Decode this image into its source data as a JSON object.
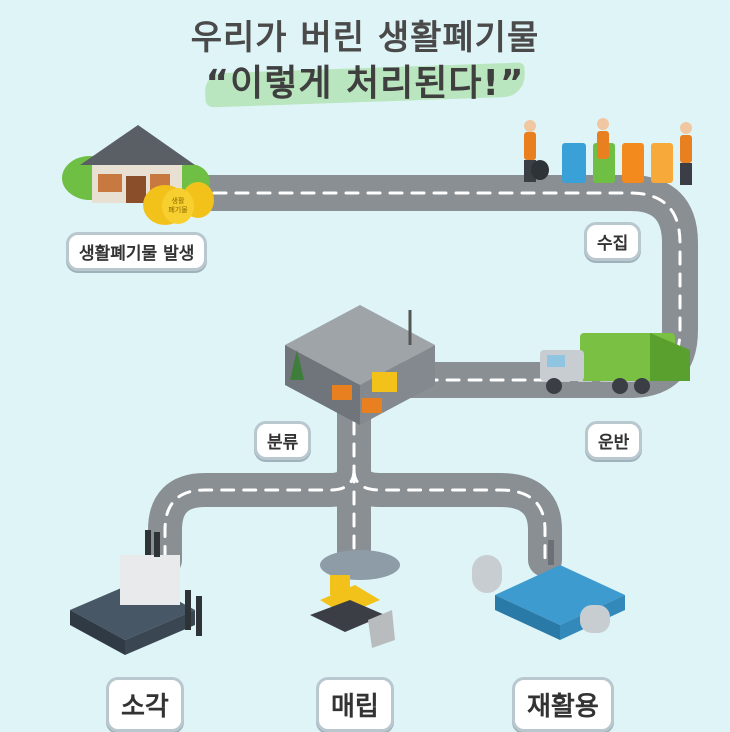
{
  "title": {
    "line1": "우리가 버린 생활폐기물",
    "line2": "“이렇게 처리된다!”"
  },
  "bag_text": "생활\n폐기물",
  "stages": {
    "generation": "생활폐기물 발생",
    "collection": "수집",
    "transport": "운반",
    "sorting": "분류",
    "incineration": "소각",
    "landfill": "매립",
    "recycling": "재활용"
  },
  "colors": {
    "background": "#dff4f7",
    "road": "#8a8f93",
    "road_dash": "#ffffff",
    "title_text": "#4a4a4a",
    "title_brush": "#b9e6bf",
    "truck_green": "#7ac043",
    "bag_yellow": "#f2c21b",
    "bin_blue": "#3aa0d8",
    "bin_green": "#6fbf44",
    "bin_orange": "#f28a1e",
    "factory_blue": "#3d9bd0"
  },
  "icons": [
    "house-icon",
    "garbage-bag-icon",
    "worker-icon",
    "recycle-bin-icon",
    "garbage-truck-icon",
    "sorting-facility-icon",
    "incinerator-icon",
    "bulldozer-icon",
    "recycling-plant-icon"
  ]
}
